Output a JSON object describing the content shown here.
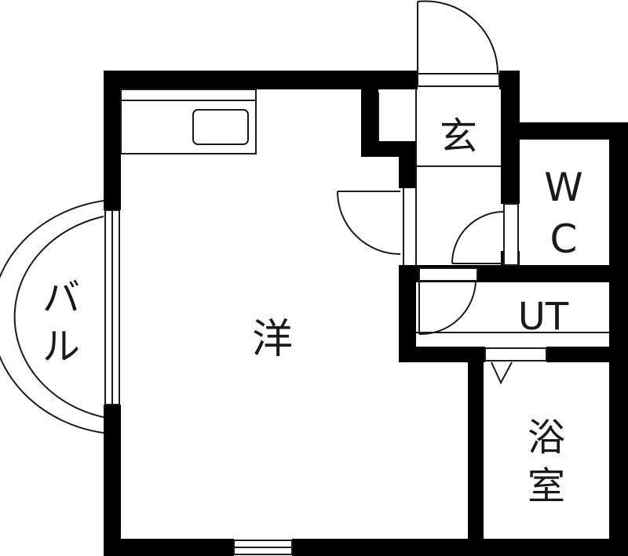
{
  "floor_plan": {
    "rooms": {
      "western_room": "洋",
      "entrance": "玄",
      "toilet_line1": "W",
      "toilet_line2": "C",
      "utility": "UT",
      "bath_line1": "浴",
      "bath_line2": "室",
      "balcony_line1": "バ",
      "balcony_line2": "ル"
    },
    "colors": {
      "wall": "#000000",
      "line": "#1a1a1a",
      "background": "#ffffff"
    }
  }
}
